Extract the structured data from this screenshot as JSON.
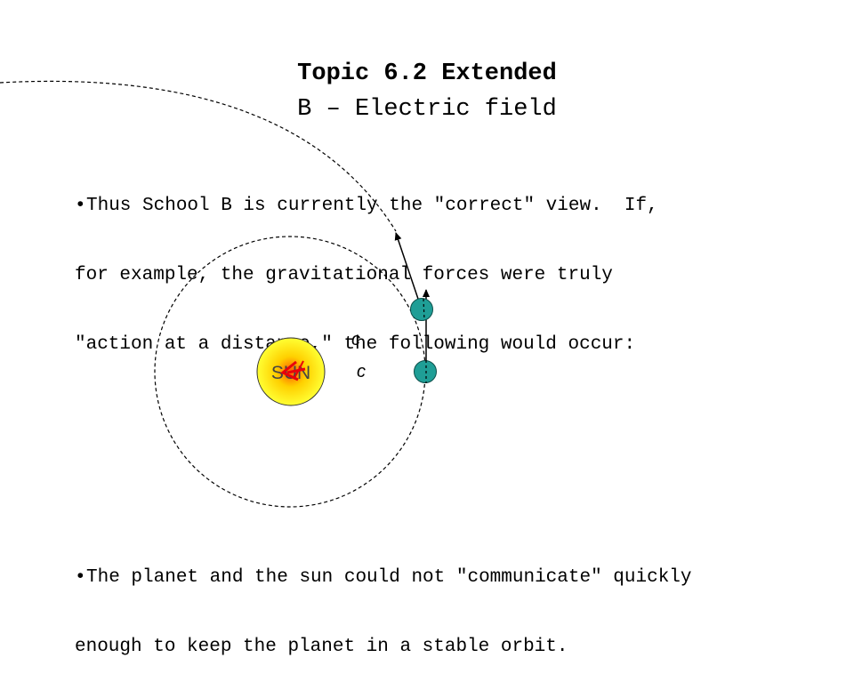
{
  "header": {
    "title": "Topic 6.2 Extended",
    "subtitle": "B – Electric field"
  },
  "paragraphs": {
    "intro": {
      "bullet": "•",
      "lines": [
        "Thus School B is currently the \"correct\" view.  If,",
        "for example, the gravitational forces were truly",
        "\"action at a distance,\" the following would occur:"
      ]
    },
    "conclusion": {
      "bullet": "•",
      "lines": [
        "The planet and the sun could not \"communicate\" quickly",
        "enough to keep the planet in a stable orbit."
      ]
    }
  },
  "diagram": {
    "sun_label": "SUN",
    "speed_label_upper": "c",
    "speed_label_lower": "c",
    "colors": {
      "sun": "#ffff33",
      "sun_core": "#ff6a00",
      "planet": "#1f9e96",
      "arrow_red": "#e8000b",
      "line": "#000000"
    }
  }
}
